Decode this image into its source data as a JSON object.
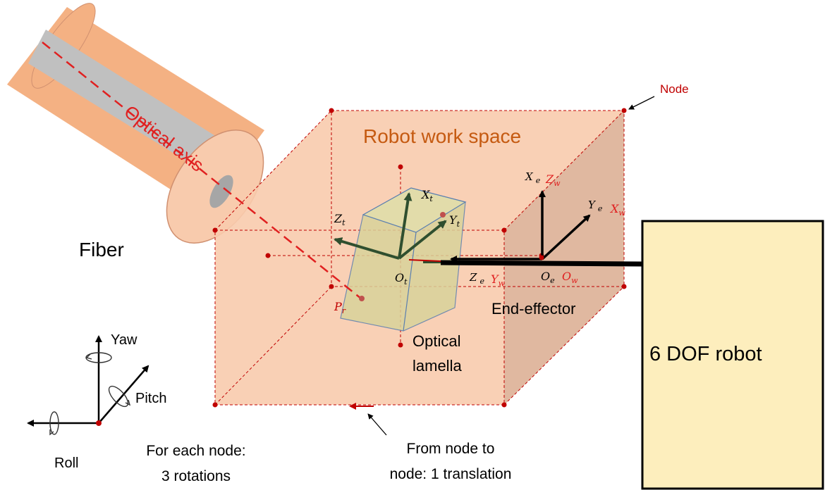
{
  "labels": {
    "optical_axis": "Optical axis",
    "fiber": "Fiber",
    "robot_work_space": "Robot work space",
    "node": "Node",
    "end_effector": "End-effector",
    "optical_lamella_line1": "Optical",
    "optical_lamella_line2": "lamella",
    "robot": "6 DOF robot",
    "yaw": "Yaw",
    "pitch": "Pitch",
    "roll": "Roll",
    "rotations_line1": "For each node:",
    "rotations_line2": "3 rotations",
    "translation_line1": "From node to",
    "translation_line2": "node: 1 translation"
  },
  "math": {
    "x_t": {
      "base": "X",
      "sub": "t"
    },
    "y_t": {
      "base": "Y",
      "sub": "t"
    },
    "z_t": {
      "base": "Z",
      "sub": "t"
    },
    "o_t": {
      "base": "O",
      "sub": "t"
    },
    "p_r": {
      "base": "P",
      "sub": "r"
    },
    "o_e": {
      "base": "O",
      "sub": "e"
    },
    "o_w": {
      "base": "O",
      "sub": "w"
    },
    "x_e": {
      "base": "X",
      "sub": "e"
    },
    "y_e": {
      "base": "Y",
      "sub": "e"
    },
    "z_e": {
      "base": "Z",
      "sub": "e"
    },
    "z_w": {
      "base": "Z",
      "sub": "w"
    },
    "x_w": {
      "base": "X",
      "sub": "w"
    },
    "y_w": {
      "base": "Y",
      "sub": "w"
    }
  },
  "colors": {
    "fiber_body": "#f4b183",
    "fiber_core": "#c0c0c0",
    "workspace_fill": "#f8cbad",
    "workspace_side": "#e0b8a0",
    "lamella_fill": "#d9d39a",
    "lamella_edge": "#5b7fb0",
    "robot_fill": "#fdeebd",
    "red": "#e02020",
    "dark_red": "#c00000",
    "arrow_green": "#2f4f2f",
    "title_orange": "#c55a11"
  }
}
